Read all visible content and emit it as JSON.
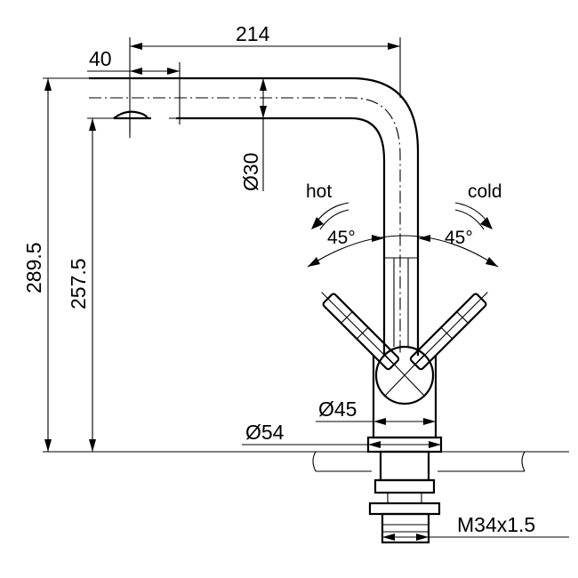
{
  "dimensions": {
    "spout_reach": "214",
    "spout_offset": "40",
    "total_height": "289.5",
    "outlet_height": "257.5",
    "spout_diameter": "Ø30",
    "body_diameter": "Ø45",
    "base_diameter": "Ø54",
    "thread": "M34x1.5"
  },
  "handle": {
    "hot_label": "hot",
    "cold_label": "cold",
    "hot_angle": "45°",
    "cold_angle": "45°"
  }
}
